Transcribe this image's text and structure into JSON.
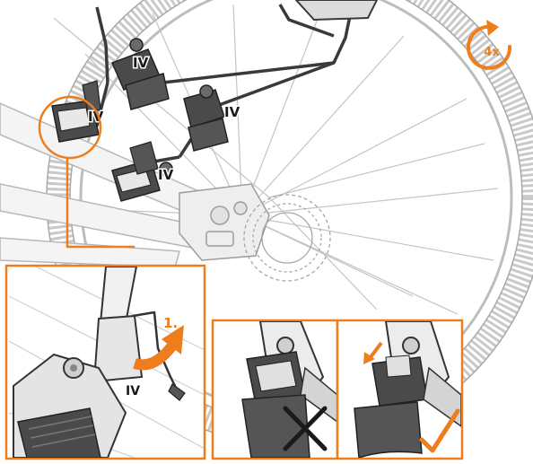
{
  "figure": {
    "repeat_badge": "4x",
    "part_labels": [
      "IV",
      "IV",
      "IV",
      "IV"
    ],
    "detail_part_label": "IV",
    "step_label": "1.",
    "wrong_mark": "cross",
    "right_mark": "check"
  },
  "colors": {
    "accent": "#ee7d1b",
    "line_art": "#3a3a3a",
    "light_line": "#b9b9b9",
    "strap": "#4a4a4a",
    "background": "#ffffff"
  }
}
